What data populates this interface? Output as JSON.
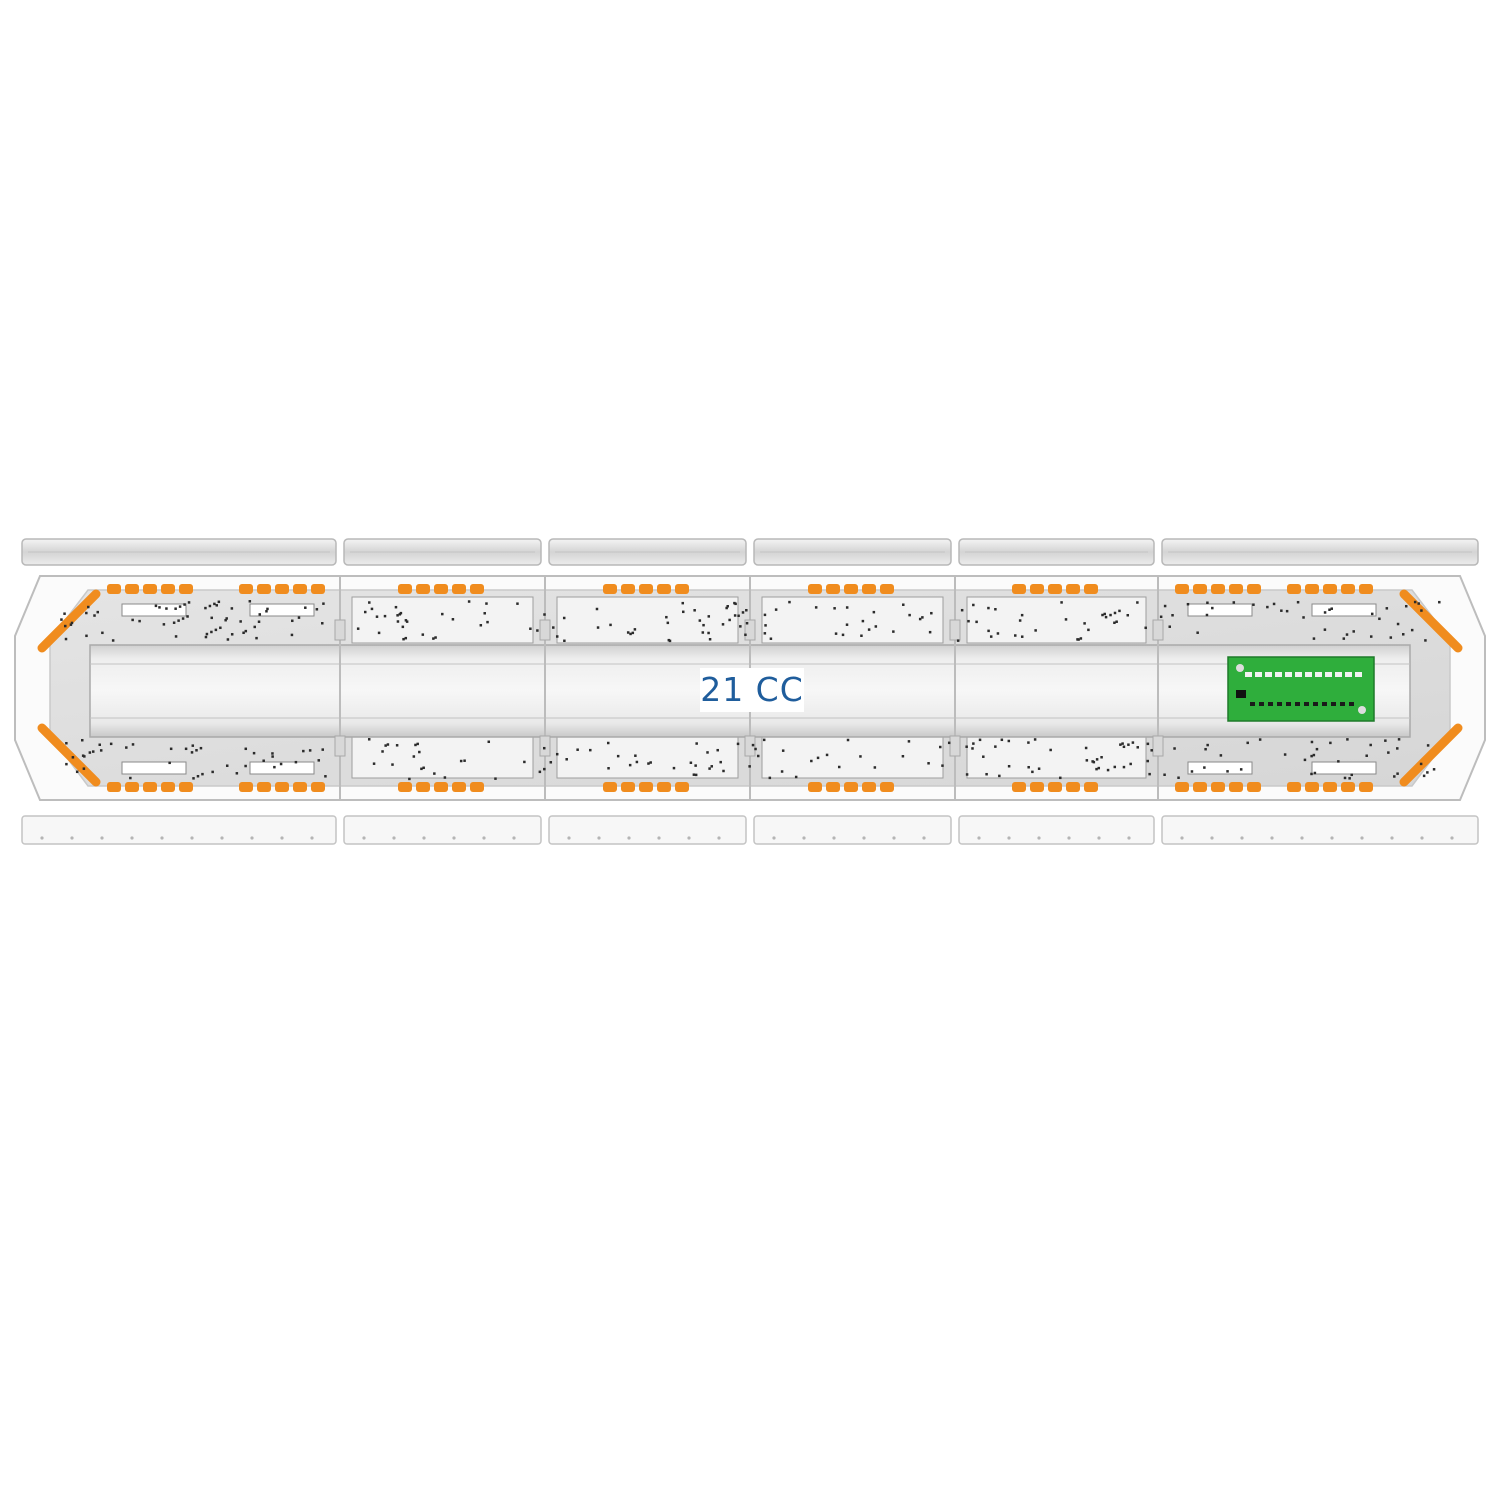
{
  "image": {
    "subject": "light-bar",
    "label": "21 CC",
    "label_color": "#1f5d9c",
    "led_color": "#f08c1e",
    "board_color": "#2fae3c",
    "module_count": 6
  }
}
